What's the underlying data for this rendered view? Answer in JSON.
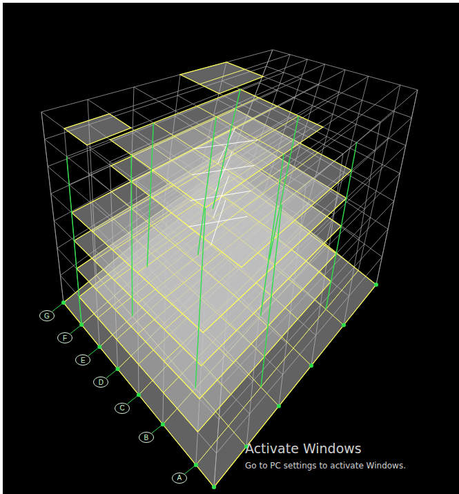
{
  "diagram": {
    "nodes": [
      {
        "text": [
          "G"
        ]
      },
      {
        "text": [
          "F"
        ]
      },
      {
        "text": [
          "E"
        ]
      },
      {
        "text": [
          "D"
        ]
      },
      {
        "text": [
          "C"
        ]
      },
      {
        "text": [
          "B"
        ]
      },
      {
        "text": [
          "A"
        ]
      }
    ],
    "labels": [
      "Activate Windows",
      "Go to PC settings to activate Windows."
    ]
  }
}
